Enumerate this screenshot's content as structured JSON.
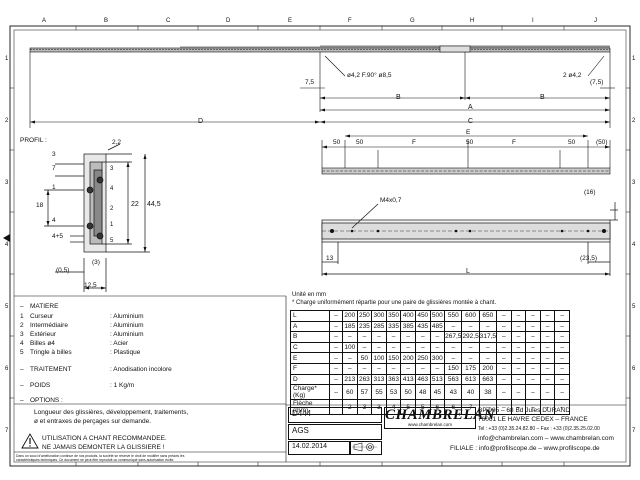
{
  "grid": {
    "columns": [
      "A",
      "B",
      "C",
      "D",
      "E",
      "F",
      "G",
      "H",
      "I",
      "J"
    ],
    "rows": [
      "1",
      "2",
      "3",
      "4",
      "5",
      "6",
      "7"
    ]
  },
  "top_view": {
    "hole_left": "ø4,2  F.90°  ø8,5",
    "hole_right": "2  ø4,2",
    "offset_left": "7,5",
    "offset_right": "(7,5)",
    "dim_b_left": "B",
    "dim_b_right": "B",
    "dim_a": "A",
    "dim_c": "C",
    "dim_d": "D"
  },
  "pitch_view": {
    "dims": [
      "50",
      "50",
      "F",
      "50",
      "F",
      "50",
      "(50)"
    ],
    "dim_e": "E"
  },
  "side_view": {
    "thread": "M4x0,7",
    "dim_16": "(16)",
    "dim_13": "13",
    "dim_235": "(23,5)",
    "dim_l": "L"
  },
  "profile": {
    "title": "PROFIL :",
    "dims": {
      "d22": "2,2",
      "d3": "3",
      "d7": "7",
      "d1": "1",
      "d18": "18",
      "d4": "4",
      "d22b": "22",
      "d445": "44,5",
      "d45": "4+5",
      "d3b": "(3)",
      "d05": "(0,5)",
      "d125": "12,5"
    },
    "callouts": [
      "3",
      "4",
      "2",
      "1",
      "5"
    ]
  },
  "materials": {
    "title": "MATIERE",
    "items": [
      {
        "no": "1",
        "name": "Curseur",
        "value": ": Aluminium"
      },
      {
        "no": "2",
        "name": "Intermédiaire",
        "value": ": Aluminium"
      },
      {
        "no": "3",
        "name": "Extérieur",
        "value": ": Aluminium"
      },
      {
        "no": "4",
        "name": "Billes ø4",
        "value": ": Acier"
      },
      {
        "no": "5",
        "name": "Tringle à billes",
        "value": ": Plastique"
      }
    ],
    "treatment_label": "TRAITEMENT",
    "treatment_value": ": Anodisation incolore",
    "weight_label": "POIDS",
    "weight_value": ": 1 Kg/m",
    "options_label": "OPTIONS :",
    "options_text_1": "Longueur des glissières, développement, traitements,",
    "options_text_2": "ø et entraxes de perçages sur demande."
  },
  "warning": {
    "line1": "UTILISATION A CHANT RECOMMANDEE.",
    "line2": "NE JAMAIS DEMONTER LA GLISSIERE !"
  },
  "table": {
    "unit": "Unité en mm",
    "note": "* Charge uniformément répartie pour une paire de glissières montée à chant.",
    "rows": [
      {
        "label": "L",
        "dash": "–",
        "values": [
          "200",
          "250",
          "300",
          "350",
          "400",
          "450",
          "500",
          "550",
          "600",
          "650",
          "–",
          "–",
          "–",
          "–",
          "–"
        ]
      },
      {
        "label": "A",
        "dash": "–",
        "values": [
          "185",
          "235",
          "285",
          "335",
          "385",
          "435",
          "485",
          "–",
          "–",
          "–",
          "–",
          "–",
          "–",
          "–",
          "–"
        ]
      },
      {
        "label": "B",
        "dash": "–",
        "values": [
          "–",
          "–",
          "–",
          "–",
          "–",
          "–",
          "–",
          "267,5",
          "292,5",
          "317,5",
          "–",
          "–",
          "–",
          "–",
          "–"
        ]
      },
      {
        "label": "C",
        "dash": "–",
        "values": [
          "100",
          "–",
          "–",
          "–",
          "–",
          "–",
          "–",
          "–",
          "–",
          "–",
          "–",
          "–",
          "–",
          "–",
          "–"
        ]
      },
      {
        "label": "E",
        "dash": "–",
        "values": [
          "–",
          "50",
          "100",
          "150",
          "200",
          "250",
          "300",
          "–",
          "–",
          "–",
          "–",
          "–",
          "–",
          "–",
          "–"
        ]
      },
      {
        "label": "F",
        "dash": "–",
        "values": [
          "–",
          "–",
          "–",
          "–",
          "–",
          "–",
          "–",
          "150",
          "175",
          "200",
          "–",
          "–",
          "–",
          "–",
          "–"
        ]
      },
      {
        "label": "D",
        "dash": "–",
        "values": [
          "213",
          "263",
          "313",
          "363",
          "413",
          "463",
          "513",
          "563",
          "613",
          "663",
          "–",
          "–",
          "–",
          "–",
          "–"
        ]
      },
      {
        "label": "Charge* (Kg)",
        "dash": "–",
        "values": [
          "60",
          "57",
          "55",
          "53",
          "50",
          "48",
          "45",
          "43",
          "40",
          "38",
          "–",
          "–",
          "–",
          "–",
          "–"
        ]
      },
      {
        "label": "Flèche (mm)",
        "dash": "–",
        "values": [
          "2",
          "3",
          "3",
          "4",
          "5",
          "5",
          "6",
          "6",
          "7",
          "–",
          "–",
          "–",
          "–",
          "–",
          "–"
        ]
      }
    ]
  },
  "title_block": {
    "ref": "D444",
    "code": "AGS",
    "date": "14.02.2014",
    "logo": "CHAMBRELAN",
    "logo_web": "www.chambrelan.com",
    "address_1": "BP 995 – 68 Bd Jules DURAND",
    "address_2": "76061 LE HAVRE CEDEX – FRANCE",
    "phone": "Tel : +33 (0)2.35.24.82.80 – Fax : +33 (0)2.35.25.02.00",
    "email_line": "info@chambrelan.com – www.chambrelan.com",
    "filiale": "FILIALE : info@profilscope.de – www.profilscope.de"
  },
  "footer_note": {
    "line1": "Dans un souci d'amélioration continue de nos produits, la société se réserve le droit de modifier sans préavis les",
    "line2": "caractéristiques techniques. Ce document ne peut être reproduit ou communiqué sans autorisation écrite."
  }
}
